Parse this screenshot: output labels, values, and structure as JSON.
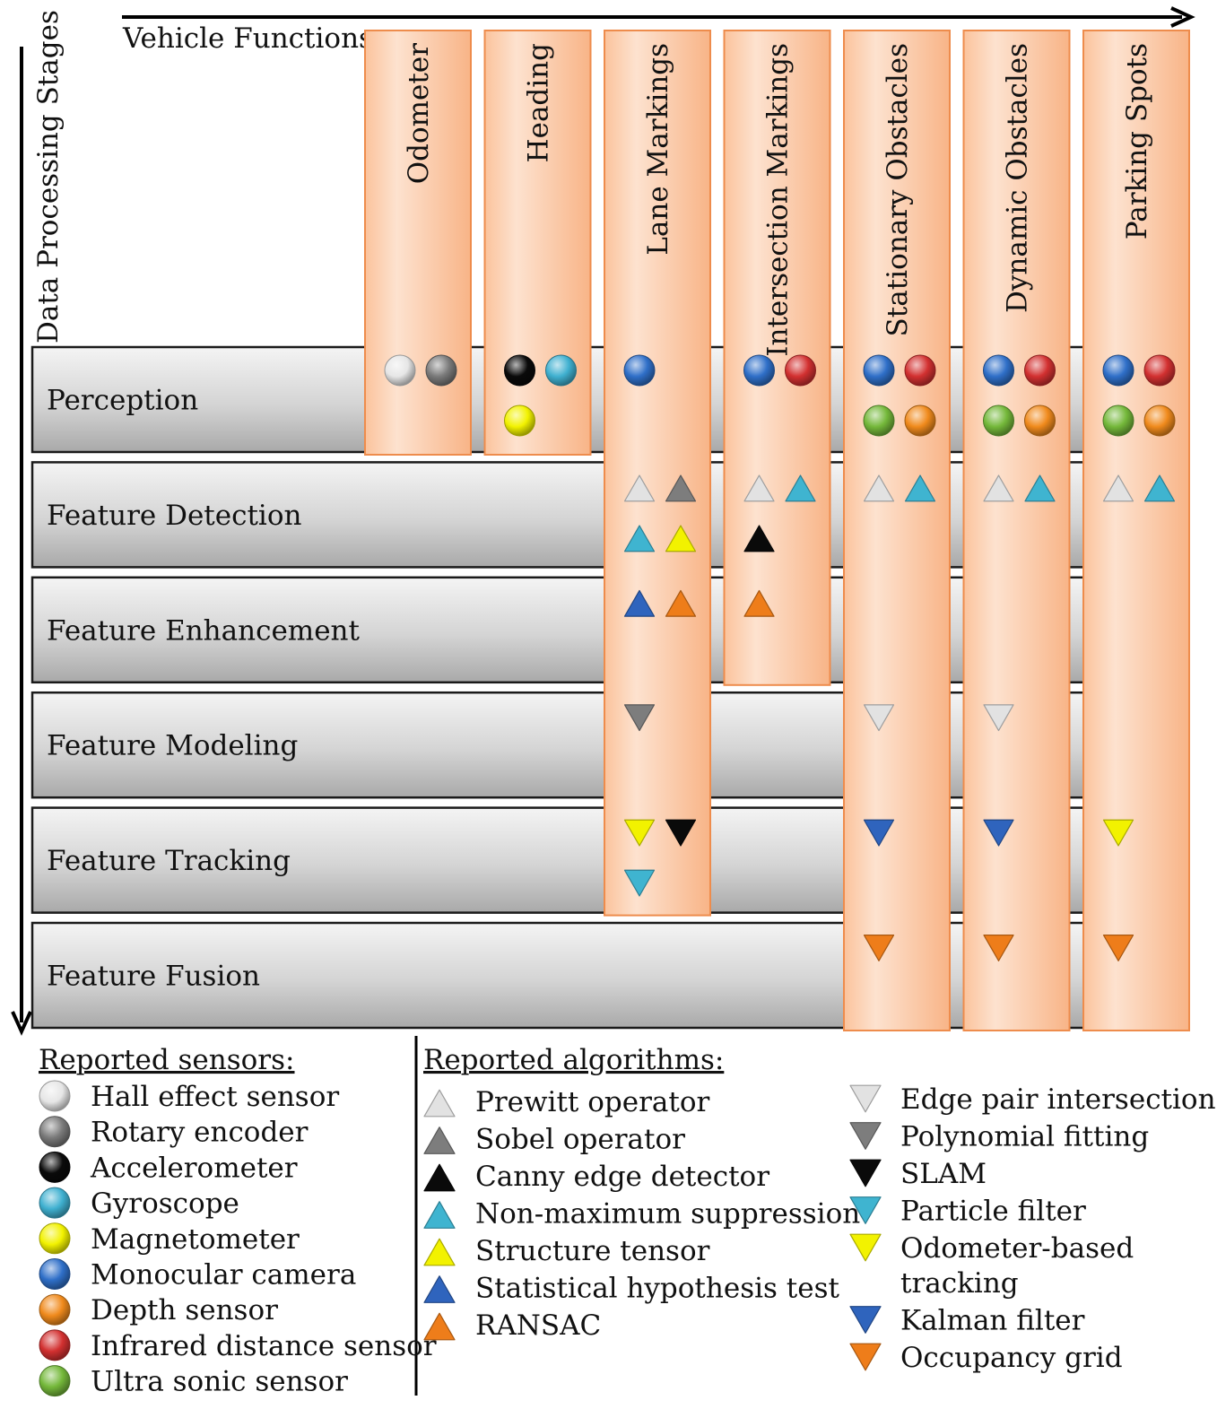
{
  "axes": {
    "x_label": "Vehicle Functions",
    "y_label": "Data Processing Stages"
  },
  "stages": [
    {
      "id": "perception",
      "label": "Perception"
    },
    {
      "id": "feature-detection",
      "label": "Feature Detection"
    },
    {
      "id": "feature-enhancement",
      "label": "Feature Enhancement"
    },
    {
      "id": "feature-modeling",
      "label": "Feature Modeling"
    },
    {
      "id": "feature-tracking",
      "label": "Feature Tracking"
    },
    {
      "id": "feature-fusion",
      "label": "Feature Fusion"
    }
  ],
  "functions": [
    {
      "id": "odometer",
      "label": "Odometer",
      "to_stage": "perception"
    },
    {
      "id": "heading",
      "label": "Heading",
      "to_stage": "perception"
    },
    {
      "id": "lane-markings",
      "label": "Lane Markings",
      "to_stage": "feature-tracking"
    },
    {
      "id": "intersection-markings",
      "label": "Intersection Markings",
      "to_stage": "feature-enhancement"
    },
    {
      "id": "stationary-obstacles",
      "label": "Stationary Obstacles",
      "to_stage": "feature-fusion"
    },
    {
      "id": "dynamic-obstacles",
      "label": "Dynamic Obstacles",
      "to_stage": "feature-fusion"
    },
    {
      "id": "parking-spots",
      "label": "Parking Spots",
      "to_stage": "feature-fusion"
    }
  ],
  "sensors_title": "Reported sensors:",
  "sensors": [
    {
      "id": "hall",
      "label": "Hall effect sensor",
      "color": "#e6e6e6"
    },
    {
      "id": "rotary",
      "label": "Rotary encoder",
      "color": "#7a7a7a"
    },
    {
      "id": "accel",
      "label": "Accelerometer",
      "color": "#0a0a0a"
    },
    {
      "id": "gyro",
      "label": "Gyroscope",
      "color": "#3fb0d0"
    },
    {
      "id": "magneto",
      "label": "Magnetometer",
      "color": "#f2f200"
    },
    {
      "id": "mono",
      "label": "Monocular camera",
      "color": "#2f6fc8"
    },
    {
      "id": "depth",
      "label": "Depth sensor",
      "color": "#f08a1c"
    },
    {
      "id": "ir",
      "label": "Infrared distance sensor",
      "color": "#d23030"
    },
    {
      "id": "ultra",
      "label": "Ultra sonic sensor",
      "color": "#74b83a"
    }
  ],
  "algorithms_title": "Reported algorithms:",
  "algorithms": [
    {
      "id": "prewitt",
      "label": "Prewitt operator",
      "color": "#e2e2e2",
      "dir": "up"
    },
    {
      "id": "sobel",
      "label": "Sobel operator",
      "color": "#7d7d7d",
      "dir": "up"
    },
    {
      "id": "canny",
      "label": "Canny edge detector",
      "color": "#0a0a0a",
      "dir": "up"
    },
    {
      "id": "nms",
      "label": "Non-maximum suppression",
      "color": "#3fb4d0",
      "dir": "up"
    },
    {
      "id": "structure",
      "label": "Structure tensor",
      "color": "#f2f200",
      "dir": "up"
    },
    {
      "id": "hypothesis",
      "label": "Statistical hypothesis test",
      "color": "#2f64bd",
      "dir": "up"
    },
    {
      "id": "ransac",
      "label": "RANSAC",
      "color": "#ee7d1a",
      "dir": "up"
    },
    {
      "id": "edgepair",
      "label": "Edge pair intersection",
      "color": "#e2e2e2",
      "dir": "down"
    },
    {
      "id": "polyfit",
      "label": "Polynomial fitting",
      "color": "#7d7d7d",
      "dir": "down"
    },
    {
      "id": "slam",
      "label": "SLAM",
      "color": "#0a0a0a",
      "dir": "down"
    },
    {
      "id": "particle",
      "label": "Particle filter",
      "color": "#3fb4d0",
      "dir": "down"
    },
    {
      "id": "odotrack",
      "label": "Odometer-based\ntracking",
      "color": "#f2f200",
      "dir": "down"
    },
    {
      "id": "kalman",
      "label": "Kalman filter",
      "color": "#2f64bd",
      "dir": "down"
    },
    {
      "id": "occgrid",
      "label": "Occupancy grid",
      "color": "#ee7d1a",
      "dir": "down"
    }
  ],
  "placements": [
    {
      "function": "odometer",
      "stage": "perception",
      "sensors": [
        "hall",
        "rotary"
      ]
    },
    {
      "function": "heading",
      "stage": "perception",
      "sensors": [
        "accel",
        "gyro",
        "magneto"
      ]
    },
    {
      "function": "lane-markings",
      "stage": "perception",
      "sensors": [
        "mono"
      ]
    },
    {
      "function": "intersection-markings",
      "stage": "perception",
      "sensors": [
        "mono",
        "ir"
      ]
    },
    {
      "function": "stationary-obstacles",
      "stage": "perception",
      "sensors": [
        "mono",
        "ir",
        "ultra",
        "depth"
      ]
    },
    {
      "function": "dynamic-obstacles",
      "stage": "perception",
      "sensors": [
        "mono",
        "ir",
        "ultra",
        "depth"
      ]
    },
    {
      "function": "parking-spots",
      "stage": "perception",
      "sensors": [
        "mono",
        "ir",
        "ultra",
        "depth"
      ]
    },
    {
      "function": "lane-markings",
      "stage": "feature-detection",
      "algorithms": [
        "prewitt",
        "sobel",
        "nms",
        "structure"
      ]
    },
    {
      "function": "intersection-markings",
      "stage": "feature-detection",
      "algorithms": [
        "prewitt",
        "nms",
        "canny"
      ]
    },
    {
      "function": "stationary-obstacles",
      "stage": "feature-detection",
      "algorithms": [
        "prewitt",
        "nms"
      ]
    },
    {
      "function": "dynamic-obstacles",
      "stage": "feature-detection",
      "algorithms": [
        "prewitt",
        "nms"
      ]
    },
    {
      "function": "parking-spots",
      "stage": "feature-detection",
      "algorithms": [
        "prewitt",
        "nms"
      ]
    },
    {
      "function": "lane-markings",
      "stage": "feature-enhancement",
      "algorithms": [
        "hypothesis",
        "ransac"
      ]
    },
    {
      "function": "intersection-markings",
      "stage": "feature-enhancement",
      "algorithms": [
        "ransac"
      ]
    },
    {
      "function": "lane-markings",
      "stage": "feature-modeling",
      "algorithms": [
        "polyfit"
      ]
    },
    {
      "function": "stationary-obstacles",
      "stage": "feature-modeling",
      "algorithms": [
        "edgepair"
      ]
    },
    {
      "function": "dynamic-obstacles",
      "stage": "feature-modeling",
      "algorithms": [
        "edgepair"
      ]
    },
    {
      "function": "lane-markings",
      "stage": "feature-tracking",
      "algorithms": [
        "odotrack",
        "slam",
        "particle"
      ]
    },
    {
      "function": "stationary-obstacles",
      "stage": "feature-tracking",
      "algorithms": [
        "kalman"
      ]
    },
    {
      "function": "dynamic-obstacles",
      "stage": "feature-tracking",
      "algorithms": [
        "kalman"
      ]
    },
    {
      "function": "parking-spots",
      "stage": "feature-tracking",
      "algorithms": [
        "odotrack"
      ]
    },
    {
      "function": "stationary-obstacles",
      "stage": "feature-fusion",
      "algorithms": [
        "occgrid"
      ]
    },
    {
      "function": "dynamic-obstacles",
      "stage": "feature-fusion",
      "algorithms": [
        "occgrid"
      ]
    },
    {
      "function": "parking-spots",
      "stage": "feature-fusion",
      "algorithms": [
        "occgrid"
      ]
    }
  ]
}
